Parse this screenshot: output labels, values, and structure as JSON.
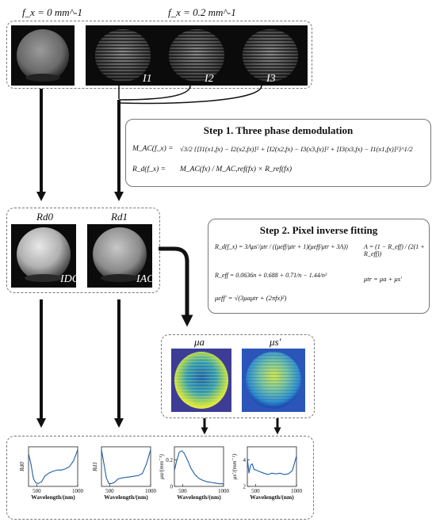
{
  "top": {
    "label_dc": "f_x = 0 mm^-1",
    "label_ac": "f_x = 0.2 mm^-1",
    "phase_labels": [
      "I1",
      "I2",
      "I3"
    ]
  },
  "step1": {
    "title": "Step 1. Three phase demodulation",
    "eq1_lhs": "M_AC(f_x) =",
    "eq1_rhs": "√3/2 {[I1(x1,fx) − I2(x2,fx)]² + [I2(x2,fx) − I3(x3,fx)]² + [I3(x3,fx) − I1(x1,fx)]²}^1/2",
    "eq2_lhs": "R_d(f_x) =",
    "eq2_rhs": "M_AC(fx) / M_AC,ref(fx) × R_ref(fx)"
  },
  "middle": {
    "label_rd0": "Rd0",
    "label_rd1": "Rd1",
    "tag_dc": "IDC",
    "tag_ac": "IAC"
  },
  "step2": {
    "title": "Step 2. Pixel inverse fitting",
    "eq_rd": "R_d(f_x) = 3Aμs'/μtr / ((μeff/μtr + 1)(μeff/μtr + 3A))",
    "eq_a": "A = (1 − R_eff) / (2(1 + R_eff))",
    "eq_reff": "R_eff = 0.0636n + 0.688 + 0.71/n − 1.44/n²",
    "eq_mutr": "μtr = μa + μs'",
    "eq_mueff": "μeff' = √(3μaμtr + (2πfx)²)"
  },
  "maps": {
    "label_mua": "μa",
    "label_mus": "μs'"
  },
  "plots": {
    "xlabel": "Wavelength/(nm)",
    "ylabels": [
      "Rd0",
      "Rd1",
      "μa/(mm⁻¹)",
      "μs'/(mm⁻¹)"
    ]
  },
  "chart_data": [
    {
      "type": "line",
      "xlabel": "Wavelength/(nm)",
      "ylabel": "Rd0",
      "xticks": [
        500,
        1000
      ],
      "xlim": [
        400,
        1000
      ],
      "x": [
        400,
        430,
        460,
        490,
        520,
        560,
        600,
        650,
        700,
        750,
        800,
        850,
        900,
        950,
        1000
      ],
      "series": [
        {
          "values": [
            0.78,
            0.6,
            0.35,
            0.28,
            0.27,
            0.3,
            0.4,
            0.45,
            0.48,
            0.5,
            0.5,
            0.52,
            0.56,
            0.66,
            0.85
          ]
        }
      ]
    },
    {
      "type": "line",
      "xlabel": "Wavelength/(nm)",
      "ylabel": "Rd1",
      "xticks": [
        500,
        1000
      ],
      "xlim": [
        400,
        1000
      ],
      "x": [
        400,
        430,
        460,
        490,
        520,
        560,
        600,
        650,
        700,
        750,
        800,
        850,
        900,
        950,
        1000
      ],
      "series": [
        {
          "values": [
            0.8,
            0.55,
            0.3,
            0.2,
            0.2,
            0.22,
            0.28,
            0.3,
            0.31,
            0.32,
            0.33,
            0.34,
            0.38,
            0.55,
            0.8
          ]
        }
      ]
    },
    {
      "type": "line",
      "xlabel": "Wavelength/(nm)",
      "ylabel": "μa/(mm⁻¹)",
      "xticks": [
        500,
        1000
      ],
      "yticks": [
        0,
        0.2
      ],
      "xlim": [
        400,
        1000
      ],
      "ylim": [
        0,
        0.3
      ],
      "x": [
        400,
        430,
        460,
        490,
        520,
        560,
        600,
        650,
        700,
        750,
        800,
        850,
        900,
        950,
        1000
      ],
      "series": [
        {
          "values": [
            0.12,
            0.2,
            0.26,
            0.27,
            0.25,
            0.2,
            0.14,
            0.09,
            0.06,
            0.045,
            0.035,
            0.03,
            0.025,
            0.02,
            0.02
          ]
        }
      ]
    },
    {
      "type": "line",
      "xlabel": "Wavelength/(nm)",
      "ylabel": "μs'/(mm⁻¹)",
      "xticks": [
        500,
        1000
      ],
      "yticks": [
        2,
        4
      ],
      "xlim": [
        400,
        1000
      ],
      "ylim": [
        2,
        5
      ],
      "x": [
        400,
        420,
        440,
        460,
        480,
        520,
        560,
        600,
        650,
        700,
        750,
        800,
        850,
        900,
        950,
        1000
      ],
      "series": [
        {
          "values": [
            4.1,
            3.0,
            3.6,
            3.7,
            3.3,
            3.2,
            3.1,
            3.0,
            2.9,
            3.0,
            2.95,
            3.0,
            2.9,
            2.95,
            3.2,
            4.3
          ]
        }
      ]
    }
  ]
}
